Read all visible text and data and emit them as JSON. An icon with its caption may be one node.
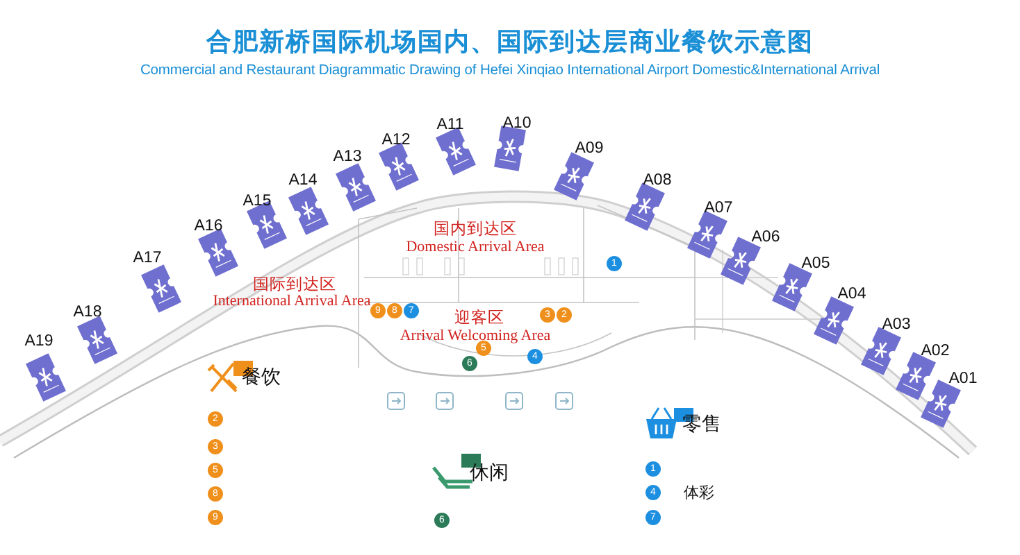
{
  "diagram": {
    "title": "合肥新桥国际机场国内、国际到达层商业餐饮示意图",
    "labels": [
      "Commercial and Restaurant Diagrammatic Drawing of Hefei Xinqiao International Airport Domestic&International Arrival",
      "A19",
      "A18",
      "A17",
      "A16",
      "A15",
      "A14",
      "A13",
      "A12",
      "A11",
      "A10",
      "A09",
      "A08",
      "A07",
      "A06",
      "A05",
      "A04",
      "A03",
      "A02",
      "A01",
      "国内到达区",
      "Domestic Arrival Area",
      "国际到达区",
      "International Arrival Area",
      "迎客区",
      "Arrival Welcoming Area",
      "1",
      "9",
      "8",
      "7",
      "3",
      "2",
      "5",
      "6",
      "4",
      "餐饮",
      "2",
      "3",
      "5",
      "8",
      "9",
      "休闲",
      "6",
      "零售",
      "1",
      "4",
      "体彩",
      "7"
    ]
  }
}
